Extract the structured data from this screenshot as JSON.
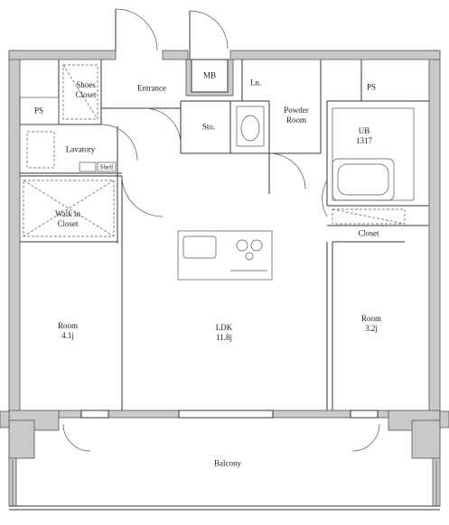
{
  "rooms": {
    "shoes_closet": {
      "line1": "Shoes",
      "line2": "Closet"
    },
    "entrance": "Entrance",
    "mb": "MB",
    "ln": "Ln.",
    "powder_room": {
      "line1": "Powder",
      "line2": "Room"
    },
    "ps_top_right": "PS",
    "ps_left": "PS",
    "sto": "Sto.",
    "ub": {
      "line1": "UB",
      "line2": "1317"
    },
    "lavatory": "Lavatory",
    "shelf": "Shelf",
    "walk_in_closet": {
      "line1": "Walk in",
      "line2": "Closet"
    },
    "closet": "Closet",
    "room_left": {
      "line1": "Room",
      "line2": "4.1j"
    },
    "ldk": {
      "line1": "LDK",
      "line2": "11.8j"
    },
    "room_right": {
      "line1": "Room",
      "line2": "3.2j"
    },
    "balcony": "Balcony"
  }
}
